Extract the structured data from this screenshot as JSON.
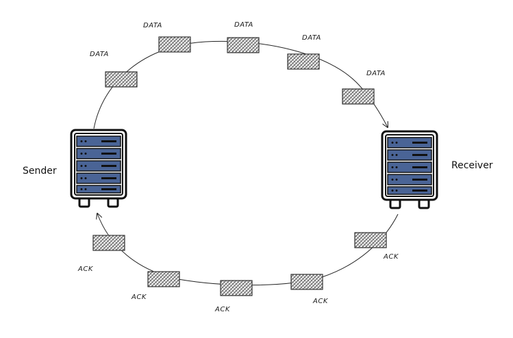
{
  "nodes": {
    "sender": {
      "label": "Sender"
    },
    "receiver": {
      "label": "Receiver"
    }
  },
  "packets": {
    "data": [
      "DATA",
      "DATA",
      "DATA",
      "DATA",
      "DATA"
    ],
    "ack": [
      "ACK",
      "ACK",
      "ACK",
      "ACK",
      "ACK"
    ]
  },
  "colors": {
    "server_slot": "#4a6496",
    "server_frame": "#111111",
    "packet_hatch": "#444444"
  }
}
